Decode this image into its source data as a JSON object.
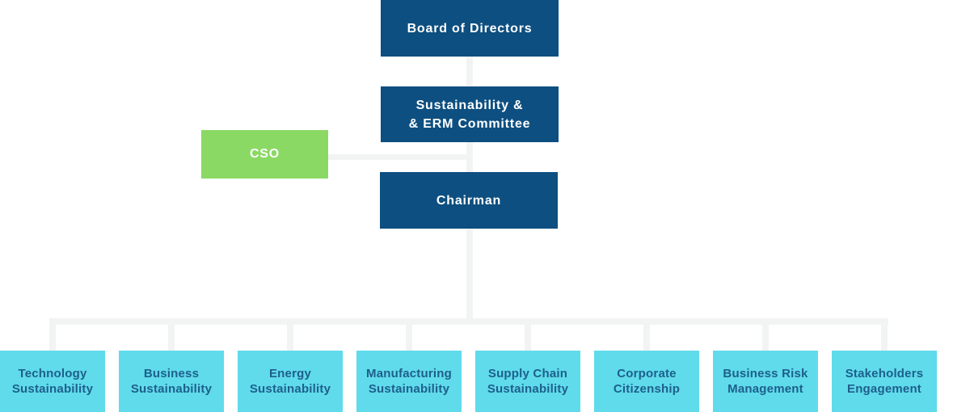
{
  "chart_type": "org-chart",
  "colors": {
    "primary_blue": "#0d4f80",
    "accent_green": "#8ad964",
    "department_cyan": "#5fdbec",
    "department_text": "#1e5f8a",
    "connector_gray": "#f2f3f3"
  },
  "nodes": {
    "board": {
      "label": "Board of Directors"
    },
    "committee": {
      "line1": "Sustainability &",
      "line2": "& ERM Committee"
    },
    "cso": {
      "label": "CSO"
    },
    "chairman": {
      "label": "Chairman"
    },
    "departments": [
      {
        "line1": "Technology",
        "line2": "Sustainability"
      },
      {
        "line1": "Business",
        "line2": "Sustainability"
      },
      {
        "line1": "Energy",
        "line2": "Sustainability"
      },
      {
        "line1": "Manufacturing",
        "line2": "Sustainability"
      },
      {
        "line1": "Supply Chain",
        "line2": "Sustainability"
      },
      {
        "line1": "Corporate",
        "line2": "Citizenship"
      },
      {
        "line1": "Business Risk",
        "line2": "Management"
      },
      {
        "line1": "Stakeholders",
        "line2": "Engagement"
      }
    ]
  }
}
